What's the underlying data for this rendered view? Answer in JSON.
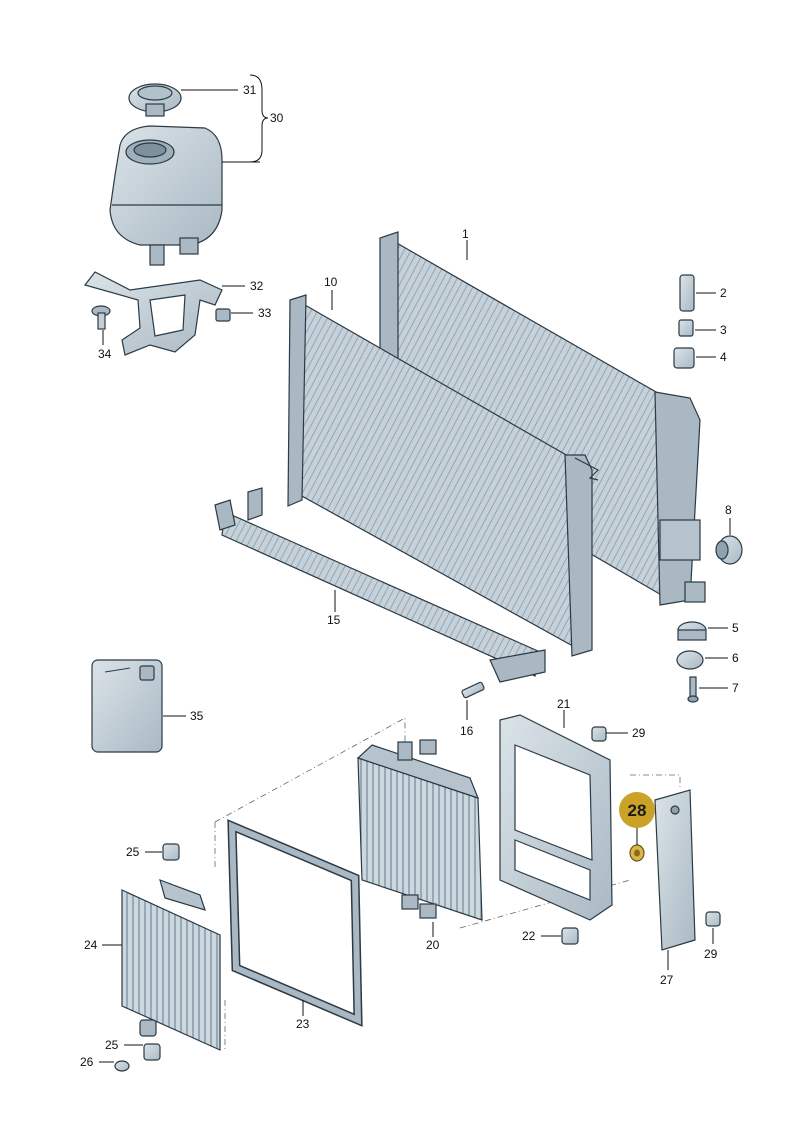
{
  "diagram": {
    "highlighted_callout": "28",
    "callouts": {
      "c1": "1",
      "c2": "2",
      "c3": "3",
      "c4": "4",
      "c5": "5",
      "c6": "6",
      "c7": "7",
      "c8": "8",
      "c10": "10",
      "c15": "15",
      "c16": "16",
      "c20": "20",
      "c21": "21",
      "c22": "22",
      "c23": "23",
      "c24": "24",
      "c25a": "25",
      "c25b": "25",
      "c26": "26",
      "c27": "27",
      "c28": "28",
      "c29a": "29",
      "c29b": "29",
      "c30": "30",
      "c31": "31",
      "c32": "32",
      "c33": "33",
      "c34": "34",
      "c35": "35"
    },
    "colors": {
      "part_fill": "#c9d3da",
      "part_dark": "#9fb0bc",
      "outline": "#2b3a44",
      "highlight": "#c9a227",
      "highlight_part": "#d9b64a"
    }
  }
}
